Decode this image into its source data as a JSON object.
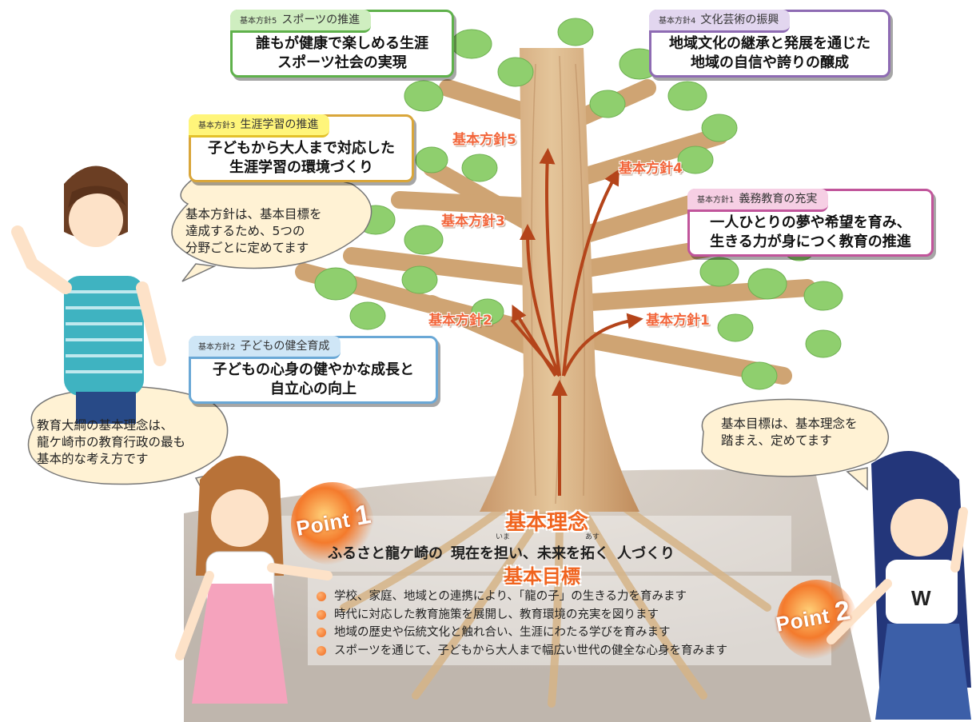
{
  "policies": [
    {
      "id": "p5",
      "tag_small": "基本方針5",
      "tag_title": "スポーツの推進",
      "lines": [
        "誰もが健康で楽しめる生涯",
        "スポーツ社会の実現"
      ],
      "accent": "#5fb14b"
    },
    {
      "id": "p4",
      "tag_small": "基本方針4",
      "tag_title": "文化芸術の振興",
      "lines": [
        "地域文化の継承と発展を通じた",
        "地域の自信や誇りの醸成"
      ],
      "accent": "#8e6bb3"
    },
    {
      "id": "p3",
      "tag_small": "基本方針3",
      "tag_title": "生涯学習の推進",
      "lines": [
        "子どもから大人まで対応した",
        "生涯学習の環境づくり"
      ],
      "accent": "#f5e03a"
    },
    {
      "id": "p1",
      "tag_small": "基本方針1",
      "tag_title": "義務教育の充実",
      "lines": [
        "一人ひとりの夢や希望を育み、",
        "生きる力が身につく教育の推進"
      ],
      "accent": "#c1559b"
    },
    {
      "id": "p2",
      "tag_small": "基本方針2",
      "tag_title": "子どもの健全育成",
      "lines": [
        "子どもの心身の健やかな成長と",
        "自立心の向上"
      ],
      "accent": "#6aa8d6"
    }
  ],
  "branch_labels": [
    "基本方針5",
    "基本方針4",
    "基本方針3",
    "基本方針2",
    "基本方針1"
  ],
  "bubbles": {
    "boy": [
      "基本方針は、基本目標を",
      "達成するため、5つの",
      "分野ごとに定めてます"
    ],
    "girl_left": [
      "教育大綱の基本理念は、",
      "龍ケ崎市の教育行政の最も",
      "基本的な考え方です"
    ],
    "girl_right": [
      "基本目標は、基本理念を",
      "踏まえ、定めてます"
    ]
  },
  "philosophy": {
    "title": "基本理念",
    "text_a": "ふるさと龍ケ崎の",
    "text_b": "現在を担い、未来を拓く",
    "text_c": "人づくり",
    "ruby_now": "いま",
    "ruby_future": "あす"
  },
  "goals": {
    "title": "基本目標",
    "items": [
      "学校、家庭、地域との連携により、「龍の子」の生きる力を育みます",
      "時代に対応した教育施策を展開し、教育環境の充実を図ります",
      "地域の歴史や伝統文化と触れ合い、生涯にわたる学びを育みます",
      "スポーツを通じて、子どもから大人まで幅広い世代の健全な心身を育みます"
    ]
  },
  "points": [
    {
      "word": "Point",
      "num": "1"
    },
    {
      "word": "Point",
      "num": "2"
    }
  ],
  "colors": {
    "trunk": "#d8b07e",
    "leaf": "#8fcf6e",
    "arrow": "#b4441a",
    "label": "#f2653a",
    "ground": "#c9c1b8"
  }
}
